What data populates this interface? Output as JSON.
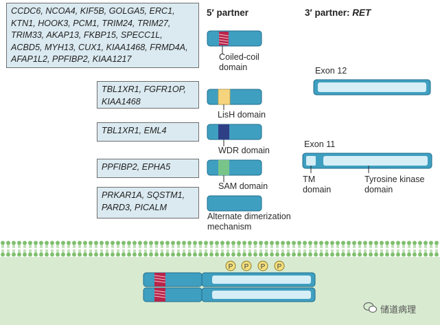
{
  "headers": {
    "five_prime": "5′ partner",
    "three_prime_prefix": "3′ partner: ",
    "three_prime_gene": "RET"
  },
  "gene_groups": [
    {
      "genes": "CCDC6, NCOA4, KIF5B, GOLGA5, ERC1, KTN1, HOOK3, PCM1, TRIM24, TRIM27, TRIM33, AKAP13, FKBP15, SPECC1L, ACBD5, MYH13, CUX1, KIAA1468, FRMD4A, AFAP1L2, PPFIBP2, KIAA1217",
      "domain": "Coiled-coil domain"
    },
    {
      "genes": "TBL1XR1, FGFR1OP, KIAA1468",
      "domain": "LisH domain"
    },
    {
      "genes": "TBL1XR1, EML4",
      "domain": "WDR domain"
    },
    {
      "genes": "PPFIBP2, EPHA5",
      "domain": "SAM domain"
    },
    {
      "genes": "PRKAR1A, SQSTM1, PARD3, PICALM",
      "domain": "Alternate dimerization mechanism"
    }
  ],
  "ret": {
    "exon12": "Exon 12",
    "exon11": "Exon 11",
    "tm": "TM domain",
    "tk": "Tyrosine kinase domain"
  },
  "phospho_symbol": "P",
  "watermark": "储道病理",
  "colors": {
    "box_fill": "#dbeaf1",
    "bar_fill": "#3f9fc0",
    "bar_inner": "#d6eef6",
    "coiled": "#b8254a",
    "lish": "#f6d47e",
    "wdr": "#2f3f86",
    "sam": "#79c489",
    "membrane": "#95c98a",
    "phospho": "#f2df7d",
    "cytoplasm": "#d8ebd0"
  }
}
